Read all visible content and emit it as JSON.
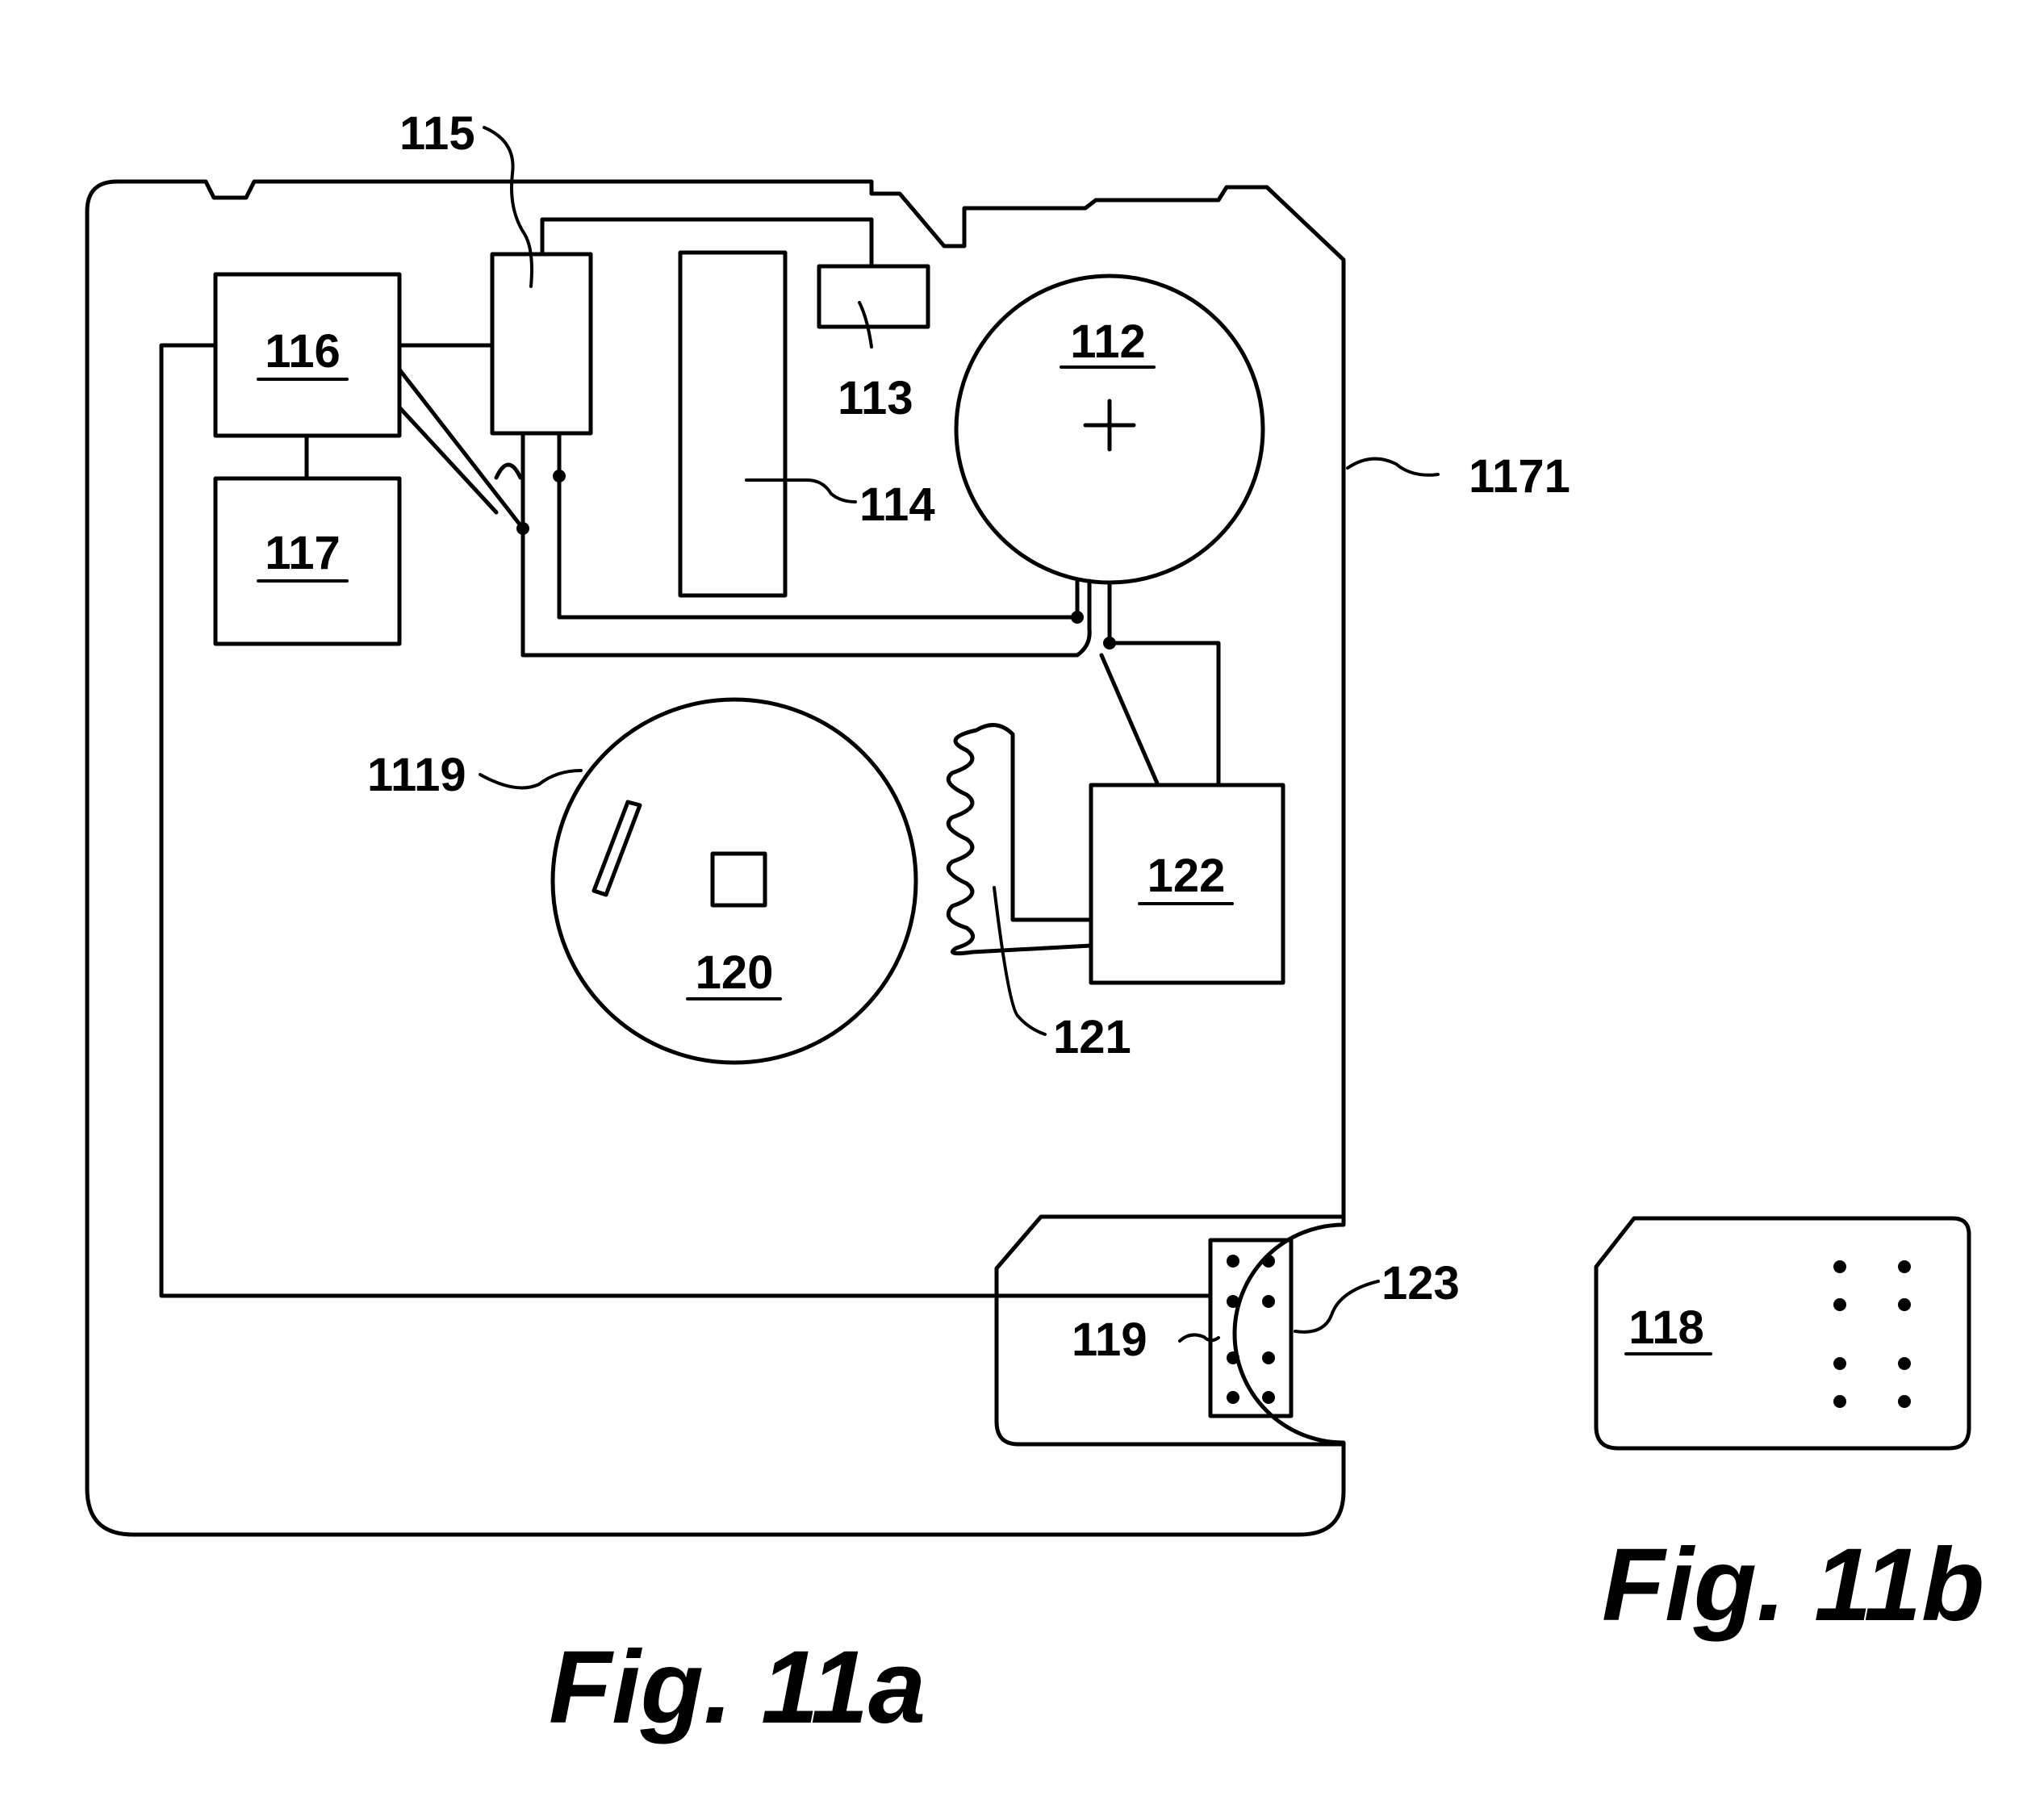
{
  "figure_a": {
    "caption": "Fig. 11a",
    "labels": {
      "l112": "112",
      "l113": "113",
      "l114": "114",
      "l115": "115",
      "l116": "116",
      "l117": "117",
      "l119": "119",
      "l120": "120",
      "l121": "121",
      "l122": "122",
      "l123": "123",
      "l1119": "1119",
      "l1171": "1171"
    }
  },
  "figure_b": {
    "caption": "Fig. 11b",
    "labels": {
      "l118": "118"
    }
  },
  "colors": {
    "ink": "#000000",
    "paper": "#ffffff"
  }
}
